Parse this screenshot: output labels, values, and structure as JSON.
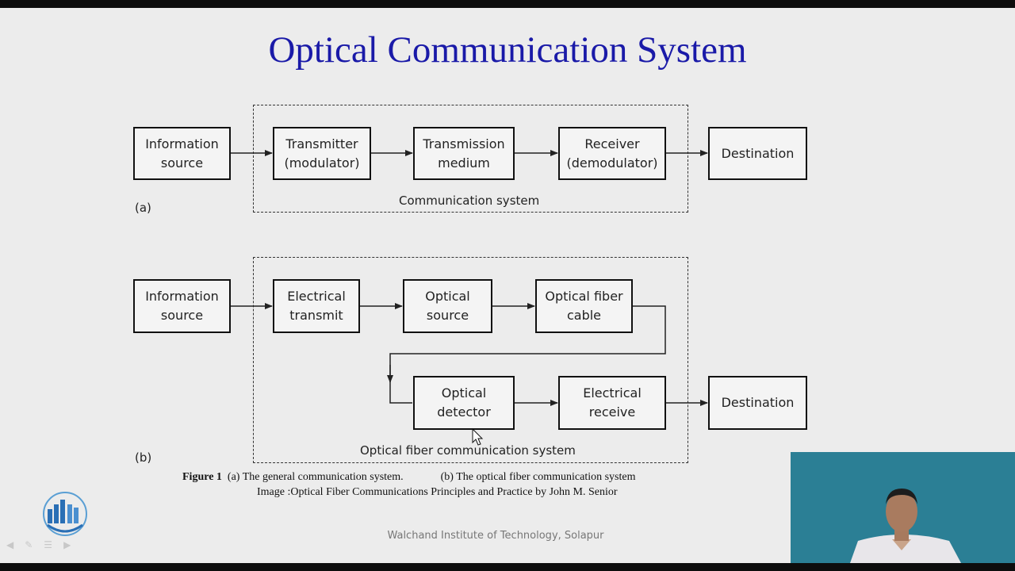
{
  "slide": {
    "title": "Optical Communication System",
    "diagram_a": {
      "label": "(a)",
      "system_label": "Communication system",
      "boxes": [
        "Information\nsource",
        "Transmitter\n(modulator)",
        "Transmission\nmedium",
        "Receiver\n(demodulator)",
        "Destination"
      ]
    },
    "diagram_b": {
      "label": "(b)",
      "system_label": "Optical fiber communication system",
      "boxes": [
        "Information\nsource",
        "Electrical\ntransmit",
        "Optical\nsource",
        "Optical fiber\ncable",
        "Optical\ndetector",
        "Electrical\nreceive",
        "Destination"
      ]
    },
    "caption": {
      "figure_label": "Figure 1",
      "part_a": "(a) The general communication system.",
      "part_b": "(b) The optical fiber communication system",
      "source": "Image :Optical Fiber Communications Principles and Practice by John M. Senior"
    },
    "footer": "Walchand Institute of Technology, Solapur"
  },
  "icons": {
    "logo": "institute-logo-icon",
    "nav": [
      "arrow-left-icon",
      "pen-icon",
      "menu-icon",
      "arrow-right-icon"
    ],
    "cursor": "mouse-pointer-icon"
  },
  "colors": {
    "title": "#1a1aa8",
    "background": "#ececec",
    "webcam": "#2b7f95"
  }
}
